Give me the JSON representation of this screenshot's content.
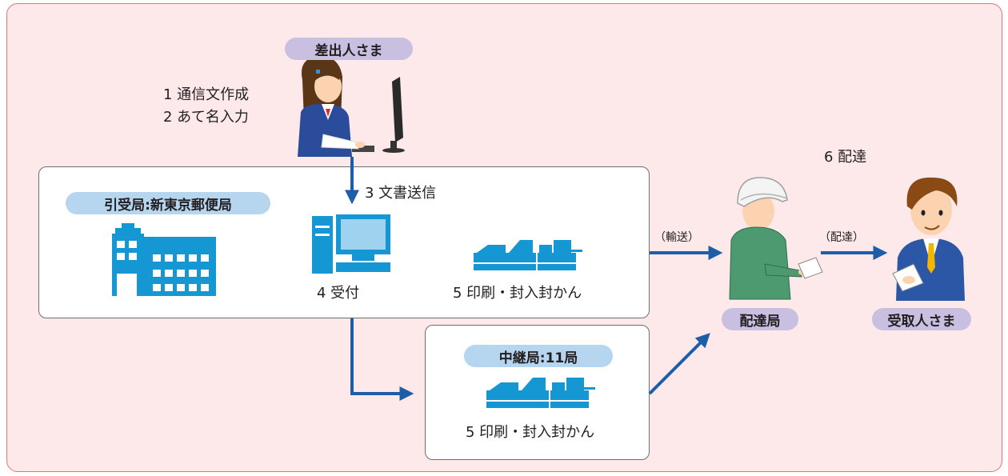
{
  "colors": {
    "background": "#fde8ea",
    "border": "#e3737f",
    "arrow": "#1d5ea8",
    "icon": "#1497d3",
    "pill_purple": "#c9bfe0",
    "pill_blue": "#b6d5ef"
  },
  "sender": {
    "label": "差出人さま",
    "step1": "1 通信文作成",
    "step2": "2 あて名入力"
  },
  "step3": "3 文書送信",
  "receiving_office": {
    "label": "引受局:新東京郵便局",
    "reception": "4 受付",
    "printing": "5 印刷・封入封かん"
  },
  "relay_office": {
    "label": "中継局:11局",
    "printing": "5 印刷・封入封かん"
  },
  "transport_label": "（輸送）",
  "delivery_label": "（配達）",
  "step6": "6 配達",
  "delivery_office": {
    "label": "配達局"
  },
  "recipient": {
    "label": "受取人さま"
  }
}
